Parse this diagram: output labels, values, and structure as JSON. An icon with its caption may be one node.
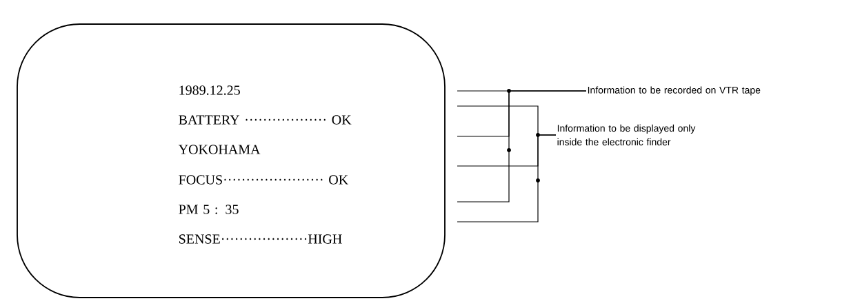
{
  "diagram": {
    "nodes": [
      {
        "text": [],
        "shape": "box"
      },
      {
        "text": [
          "1989.12.25"
        ],
        "in": 0
      },
      {
        "text": [
          "BATTERY ·················· OK"
        ],
        "in": 0
      },
      {
        "text": [
          "YOKOHAMA"
        ],
        "in": 0
      },
      {
        "text": [
          "FOCUS······················ OK"
        ],
        "in": 0
      },
      {
        "text": [
          "PM 5 : 35"
        ],
        "in": 0
      },
      {
        "text": [
          "SENSE···················HIGH"
        ],
        "in": 0
      },
      {
        "text": [
          "Information to be recorded on VTR tape"
        ]
      },
      {
        "text": [
          "Information to be displayed only inside the electronic finder"
        ]
      }
    ],
    "edges": [
      {
        "from": null,
        "to": 7,
        "arrow": "none"
      },
      {
        "from": null,
        "to": 7,
        "arrow": "none"
      },
      {
        "from": null,
        "to": 7,
        "arrow": "none"
      },
      {
        "from": null,
        "to": 8,
        "arrow": "none"
      },
      {
        "from": null,
        "to": 8,
        "arrow": "none"
      },
      {
        "from": null,
        "to": 8,
        "arrow": "none"
      }
    ]
  }
}
